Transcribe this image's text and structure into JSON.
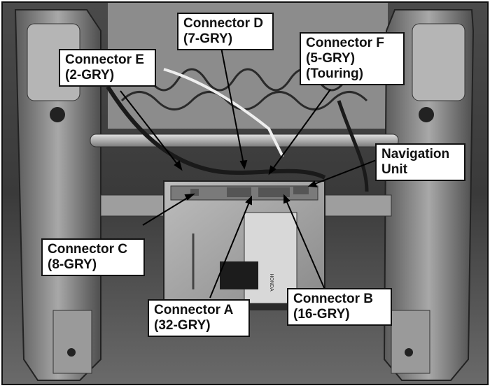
{
  "callouts": {
    "connector_d": {
      "name": "Connector D",
      "spec": "(7-GRY)"
    },
    "connector_e": {
      "name": "Connector E",
      "spec": "(2-GRY)"
    },
    "connector_f": {
      "name": "Connector F",
      "spec": "(5-GRY)",
      "note": "(Touring)"
    },
    "navigation_unit": {
      "name": "Navigation",
      "spec": "Unit"
    },
    "connector_c": {
      "name": "Connector C",
      "spec": "(8-GRY)"
    },
    "connector_a": {
      "name": "Connector A",
      "spec": "(32-GRY)"
    },
    "connector_b": {
      "name": "Connector B",
      "spec": "(16-GRY)"
    }
  },
  "photo": {
    "label_text": "HONDA",
    "line_color": "#000000"
  }
}
